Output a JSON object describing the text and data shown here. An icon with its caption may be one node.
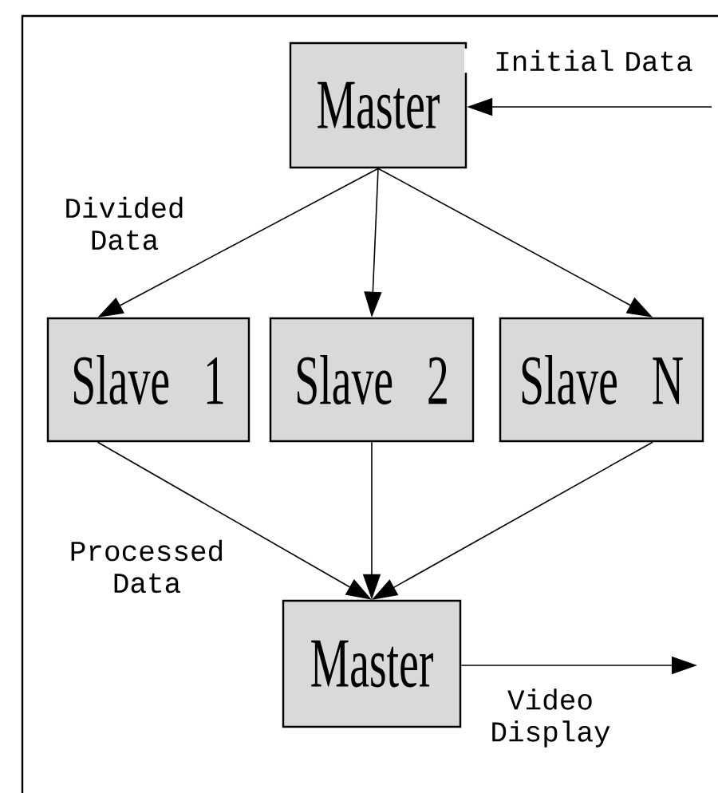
{
  "diagram": {
    "nodes": [
      {
        "text": [
          "Master"
        ]
      },
      {
        "text": [
          "Slave 1"
        ]
      },
      {
        "text": [
          "Slave 2"
        ]
      },
      {
        "text": [
          "Slave N"
        ]
      },
      {
        "text": [
          "Master"
        ]
      }
    ],
    "edges": [
      {
        "from": null,
        "to": 0,
        "arrow": "to",
        "label": "Initial Data"
      },
      {
        "from": 0,
        "to": 1,
        "arrow": "to"
      },
      {
        "from": 0,
        "to": 2,
        "arrow": "to"
      },
      {
        "from": 0,
        "to": 3,
        "arrow": "to"
      },
      {
        "from": 1,
        "to": 4,
        "arrow": "to"
      },
      {
        "from": 2,
        "to": 4,
        "arrow": "to"
      },
      {
        "from": 3,
        "to": 4,
        "arrow": "to"
      },
      {
        "from": 4,
        "to": null,
        "arrow": "to",
        "label": "Video Display"
      }
    ],
    "labels": [
      "Divided Data",
      "Processed Data"
    ]
  }
}
